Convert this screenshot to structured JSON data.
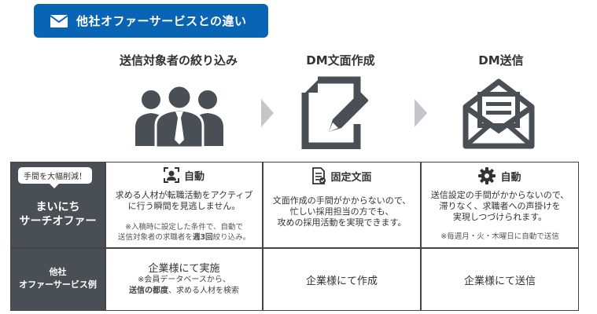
{
  "header": {
    "title": "他社オファーサービスとの違い",
    "icon": "mail-icon",
    "color": "#0a64b4"
  },
  "steps": [
    {
      "label": "送信対象者の絞り込み",
      "icon": "people-icon"
    },
    {
      "label": "DM文面作成",
      "icon": "edit-document-icon"
    },
    {
      "label": "DM送信",
      "icon": "open-envelope-icon"
    }
  ],
  "table": {
    "row1": {
      "badge": "手間を大幅削減！",
      "title_line1": "まいにち",
      "title_line2": "サーチオファー",
      "features": [
        {
          "icon": "person-target-icon",
          "label": "自動",
          "body_line1": "求める人材が転職活動をアクティブ",
          "body_line2": "に行う瞬間を見逃しません。",
          "note_line1": "※入稿時に設定した条件で、自動で",
          "note_line2_pre": "送信対象者の求職者を",
          "note_line2_bold": "週3回",
          "note_line2_post": "絞り込み。"
        },
        {
          "icon": "document-check-icon",
          "label": "固定文面",
          "body_line1": "文面作成の手間がかからないので、",
          "body_line2": "忙しい採用担当の方でも、",
          "body_line3": "攻めの採用活動を実現できます。"
        },
        {
          "icon": "gear-icon",
          "label": "自動",
          "body_line1": "送信設定の手間がかからないので、",
          "body_line2": "滞りなく、求職者への声掛けを",
          "body_line3": "実現しつづけられます。",
          "note_line1": "※毎週月・火・木曜日に自動で送信"
        }
      ]
    },
    "row2": {
      "title_line1": "他社",
      "title_line2": "オファーサービス例",
      "cells": [
        {
          "main": "企業様にて実施",
          "sub_line1": "※会員データベースから、",
          "sub_line2_bold": "送信の都度",
          "sub_line2_post": "、求める人材を検索"
        },
        {
          "main": "企業様にて作成"
        },
        {
          "main": "企業様にて送信"
        }
      ]
    }
  }
}
